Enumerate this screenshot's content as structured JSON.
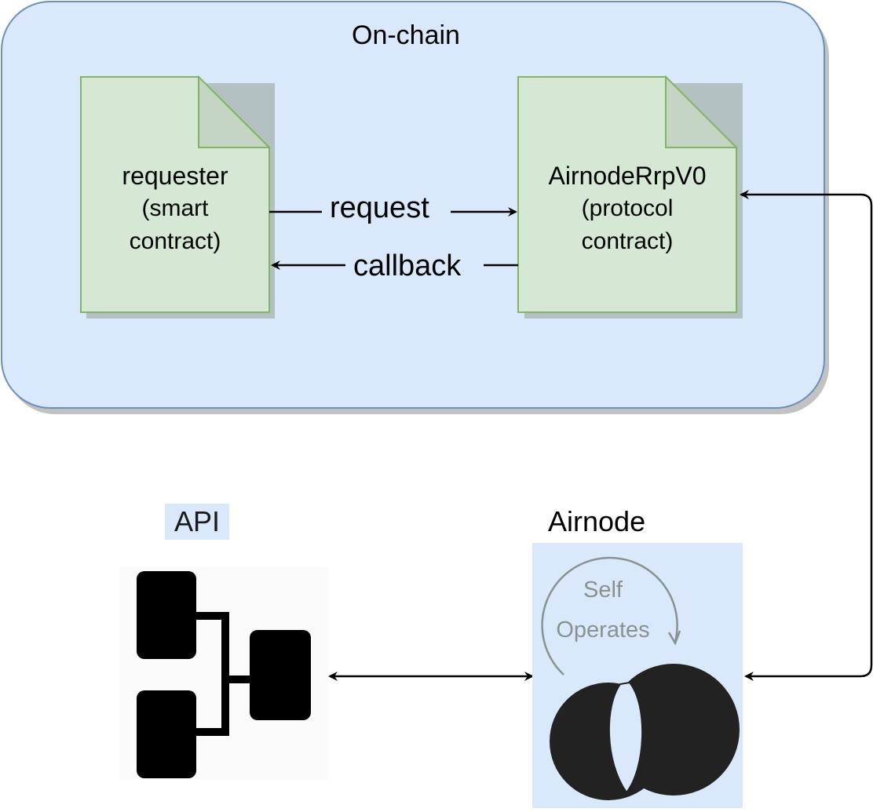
{
  "on_chain": {
    "title": "On-chain"
  },
  "requester": {
    "title": "requester",
    "subtitle_line1": "(smart",
    "subtitle_line2": "contract)"
  },
  "protocol": {
    "title": "AirnodeRrpV0",
    "subtitle_line1": "(protocol",
    "subtitle_line2": "contract)"
  },
  "edges": {
    "request": "request",
    "callback": "callback"
  },
  "api": {
    "label": "API"
  },
  "airnode": {
    "label": "Airnode",
    "self_line1": "Self",
    "self_line2": "Operates"
  },
  "colors": {
    "container_fill": "#dae8fc",
    "container_stroke": "#6c8ebf",
    "doc_fill": "#d5e8d4",
    "doc_stroke": "#82b366",
    "doc_fold": "#c4d6c3",
    "ink": "#000000",
    "logo_dark": "#222222",
    "self_text": "#8a9290"
  }
}
